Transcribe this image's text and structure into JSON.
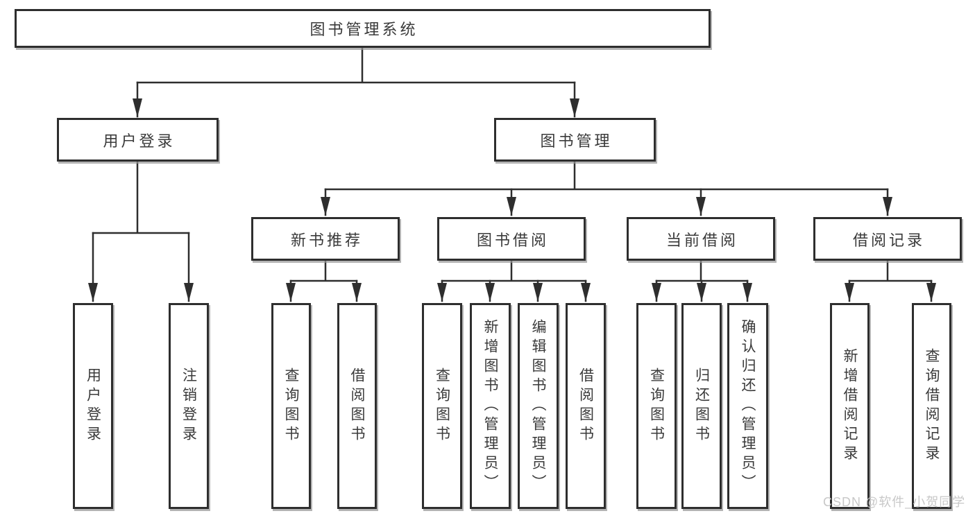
{
  "diagram": {
    "type": "hierarchy-tree",
    "orientation": "top-down",
    "colors": {
      "background": "#ffffff",
      "box_fill": "#ffffff",
      "box_border": "#2e2e2e",
      "connector": "#2e2e2e",
      "text": "#3a3a3a",
      "shadow": "#949494",
      "watermark": "#c5c5c5"
    }
  },
  "tree": {
    "label": "图书管理系统",
    "children": [
      {
        "label": "用户登录",
        "children": [
          {
            "label": "用户登录"
          },
          {
            "label": "注销登录"
          }
        ]
      },
      {
        "label": "图书管理",
        "children": [
          {
            "label": "新书推荐",
            "children": [
              {
                "label": "查询图书"
              },
              {
                "label": "借阅图书"
              }
            ]
          },
          {
            "label": "图书借阅",
            "children": [
              {
                "label": "查询图书"
              },
              {
                "label": "新增图书（管理员）"
              },
              {
                "label": "编辑图书（管理员）"
              },
              {
                "label": "借阅图书"
              }
            ]
          },
          {
            "label": "当前借阅",
            "children": [
              {
                "label": "查询图书"
              },
              {
                "label": "归还图书"
              },
              {
                "label": "确认归还（管理员）"
              }
            ]
          },
          {
            "label": "借阅记录",
            "children": [
              {
                "label": "新增借阅记录"
              },
              {
                "label": "查询借阅记录"
              }
            ]
          }
        ]
      }
    ]
  },
  "watermark": {
    "text": "CSDN @软件_小贺同学"
  }
}
